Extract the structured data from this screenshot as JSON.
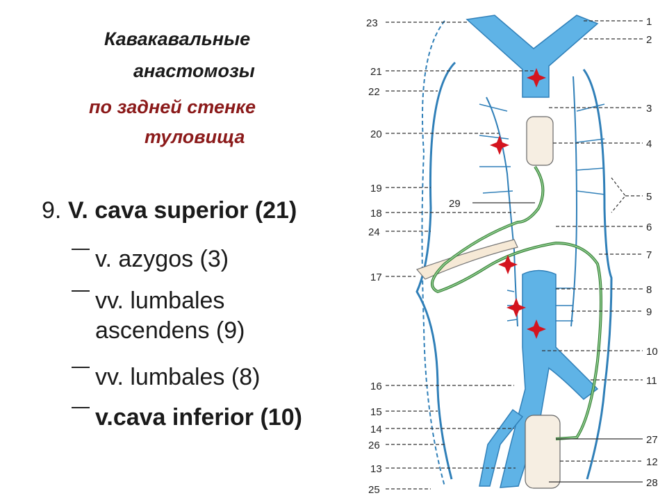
{
  "title": {
    "line1": "Кавакавальные",
    "line2": "анастомозы",
    "line3": "по задней стенке",
    "line4": "туловища"
  },
  "list": {
    "main_prefix": "9. ",
    "main_bold": "V. cava superior (21)",
    "items": [
      "v. azygos (3)",
      "vv. lumbales",
      "ascendens (9)",
      "vv. lumbales (8)",
      "v.cava inferior (10)"
    ]
  },
  "diagram": {
    "left_labels": [
      "23",
      "21",
      "22",
      "20",
      "19",
      "18",
      "24",
      "17",
      "16",
      "15",
      "14",
      "26",
      "13",
      "25"
    ],
    "right_labels": [
      "1",
      "2",
      "3",
      "4",
      "5",
      "6",
      "7",
      "8",
      "9",
      "10",
      "11",
      "27",
      "12",
      "28"
    ],
    "center_label": "29",
    "colors": {
      "vein": "#5fb3e6",
      "vein_stroke": "#2f7fb8",
      "collateral": "#6aae6a",
      "collateral_stroke": "#2e7a2e",
      "marker": "#d4141e",
      "line": "#333333"
    }
  }
}
